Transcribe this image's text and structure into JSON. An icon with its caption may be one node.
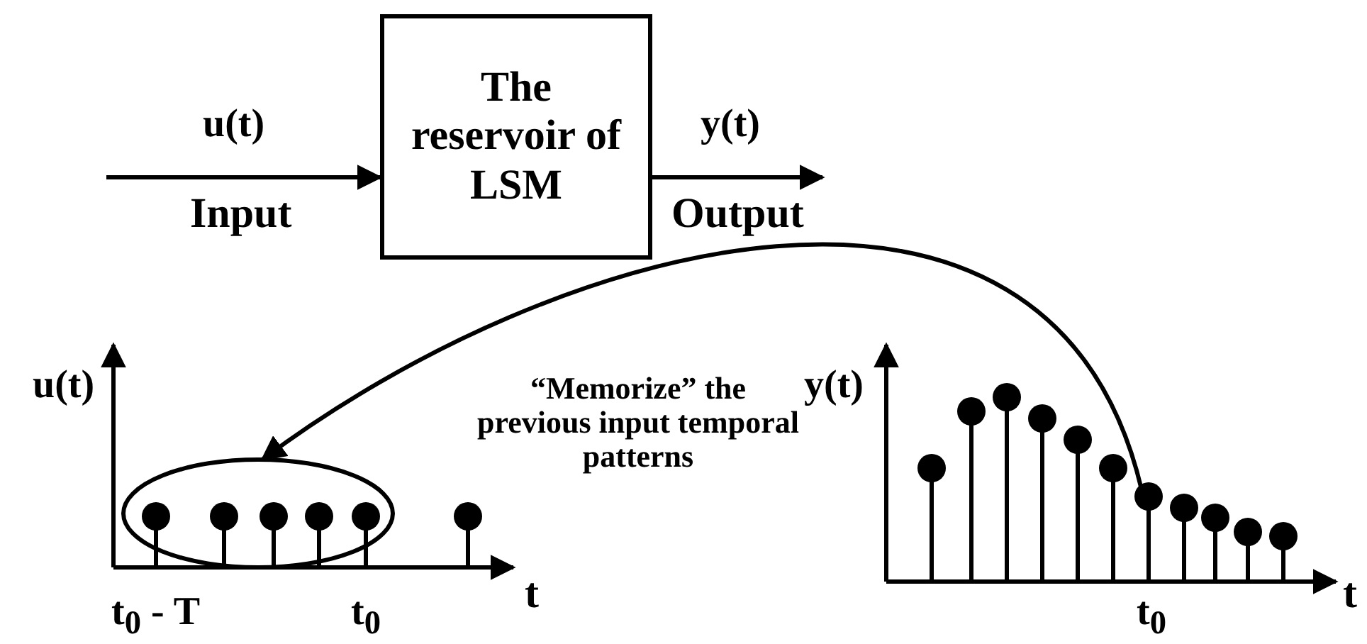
{
  "diagram": {
    "nodes": [
      {
        "text": [
          "The reservoir of LSM"
        ]
      },
      {
        "text": [],
        "shape": "ellipse"
      }
    ],
    "edges": [
      {
        "from": null,
        "to": 0,
        "arrow": "to",
        "label": "u(t)"
      },
      {
        "from": 0,
        "to": null,
        "arrow": "to",
        "label": "y(t)"
      },
      {
        "from": null,
        "to": 1,
        "arrow": "to"
      }
    ],
    "labels": [
      "Input",
      "Output",
      "u(t)",
      "“Memorize” the previous input temporal patterns",
      "y(t)",
      "t",
      "t$_{0}$ - T",
      "t$_{0}$",
      "t",
      "t$_{0}$"
    ]
  }
}
